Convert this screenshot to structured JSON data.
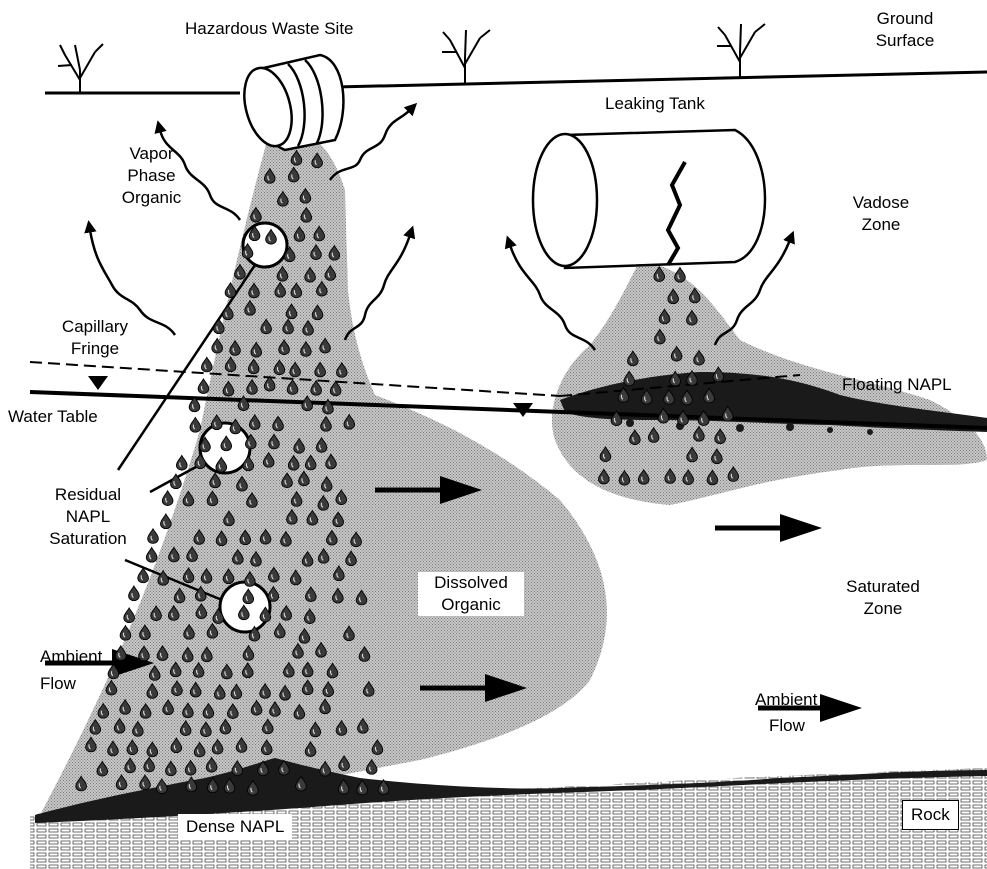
{
  "title": "",
  "labels": {
    "hazardous_waste_site": "Hazardous Waste Site",
    "ground_surface": [
      "Ground",
      "Surface"
    ],
    "leaking_tank": "Leaking Tank",
    "vapor_phase_organic": [
      "Vapor",
      "Phase",
      "Organic"
    ],
    "vadose_zone": [
      "Vadose",
      "Zone"
    ],
    "capillary_fringe": [
      "Capillary",
      "Fringe"
    ],
    "floating_napl": "Floating NAPL",
    "water_table": "Water Table",
    "residual_napl_saturation": [
      "Residual",
      "NAPL",
      "Saturation"
    ],
    "dissolved_organic": [
      "Dissolved",
      "Organic"
    ],
    "saturated_zone": [
      "Saturated",
      "Zone"
    ],
    "ambient_flow_left": [
      "Ambient",
      "Flow"
    ],
    "ambient_flow_right": [
      "Ambient",
      "Flow"
    ],
    "dense_napl": "Dense NAPL",
    "rock": "Rock"
  },
  "colors": {
    "line": "#000000",
    "plume_fill": "#bdbdbd",
    "napl_fill": "#1a1a1a",
    "background": "#ffffff"
  },
  "icons": [
    "dead-shrub-icon",
    "waste-drum-icon",
    "leaking-tank-icon",
    "flow-arrow-icon",
    "vapor-arrow-icon",
    "napl-droplet-icon",
    "magnifier-circle-icon",
    "water-table-marker-icon"
  ]
}
